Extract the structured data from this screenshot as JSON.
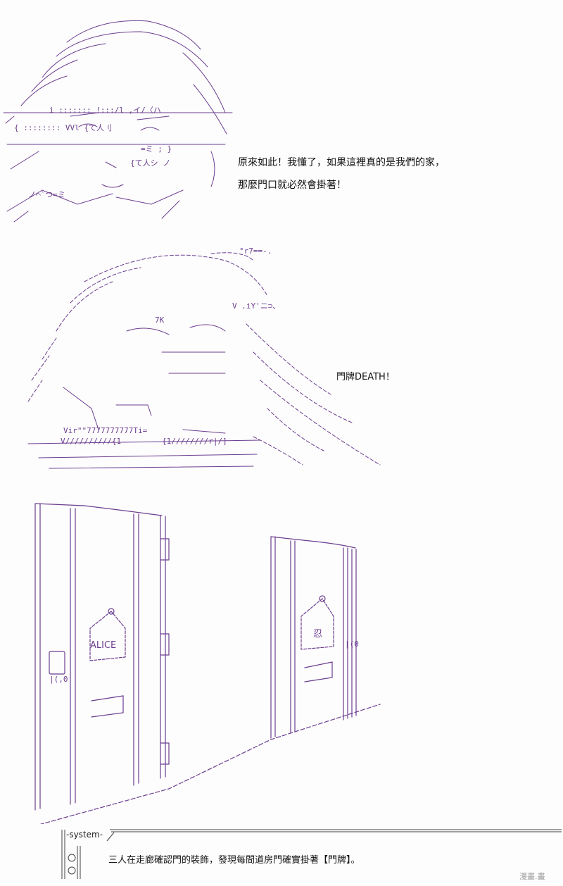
{
  "panel1": {
    "dialogue_line1": "原來如此！我懂了，如果這裡真的是我們的家，",
    "dialogue_line2": "那麼門口就必然會掛著！"
  },
  "panel2": {
    "shout": "門牌DEATH！",
    "ascii_fragment": "7K"
  },
  "panel3": {
    "sign_left": "ALICE",
    "sign_right": "忍",
    "knob_left": "|(,0",
    "knob_right": "|(0"
  },
  "system": {
    "tag": "-system-",
    "narration": "三人在走廊確認門的裝飾，發現每間道房門確實掛著【門牌】。"
  },
  "watermark": "漫畫.畫"
}
